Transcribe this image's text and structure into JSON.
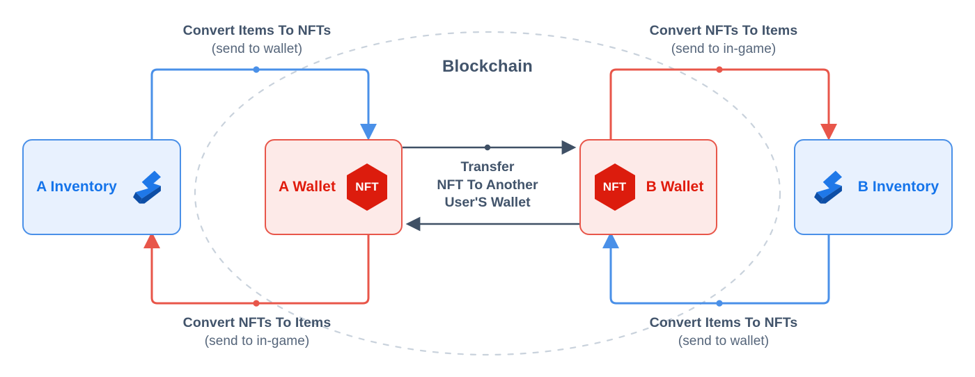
{
  "diagram": {
    "title": "Blockchain",
    "colors": {
      "blue_line": "#4a90e8",
      "red_line": "#e8564a",
      "dark_arrow": "#3f5065",
      "inventory_fill": "#e8f1fe",
      "inventory_border": "#4a90e8",
      "inventory_text": "#1574ea",
      "wallet_fill": "#fdeae8",
      "wallet_border": "#e8564a",
      "wallet_text": "#e01b0c",
      "nft_hex": "#dc1c0d",
      "caption_text": "#42546b",
      "ellipse_dash": "#c9d2dc"
    }
  },
  "nodes": {
    "a_inventory": {
      "label": "A Inventory",
      "icon": "inventory-bolt-icon"
    },
    "a_wallet": {
      "label": "A Wallet",
      "badge": "NFT",
      "icon": "nft-hexagon-icon"
    },
    "b_wallet": {
      "label": "B Wallet",
      "badge": "NFT",
      "icon": "nft-hexagon-icon"
    },
    "b_inventory": {
      "label": "B Inventory",
      "icon": "inventory-bolt-icon"
    }
  },
  "captions": {
    "top_left": {
      "title": "Convert Items To NFTs",
      "sub": "(send to wallet)"
    },
    "top_right": {
      "title": "Convert NFTs To Items",
      "sub": "(send to in-game)"
    },
    "bottom_left": {
      "title": "Convert NFTs To Items",
      "sub": "(send to in-game)"
    },
    "bottom_right": {
      "title": "Convert Items To NFTs",
      "sub": "(send to wallet)"
    }
  },
  "center_flow": {
    "line1": "Transfer",
    "line2": "NFT To Another",
    "line3": "User'S Wallet"
  }
}
